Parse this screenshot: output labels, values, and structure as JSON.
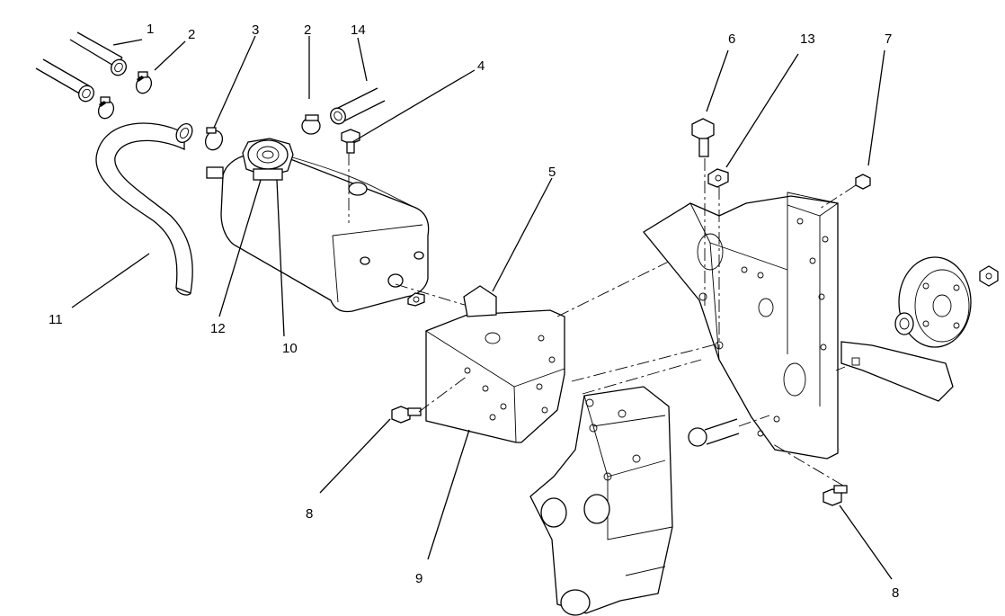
{
  "callouts": {
    "c1": "1",
    "c2a": "2",
    "c3": "3",
    "c2b": "2",
    "c14": "14",
    "c4": "4",
    "c6": "6",
    "c13": "13",
    "c7": "7",
    "c5": "5",
    "c11": "11",
    "c12": "12",
    "c10": "10",
    "c8a": "8",
    "c9": "9",
    "c8b": "8"
  },
  "colors": {
    "line": "#000000",
    "background": "#ffffff"
  }
}
